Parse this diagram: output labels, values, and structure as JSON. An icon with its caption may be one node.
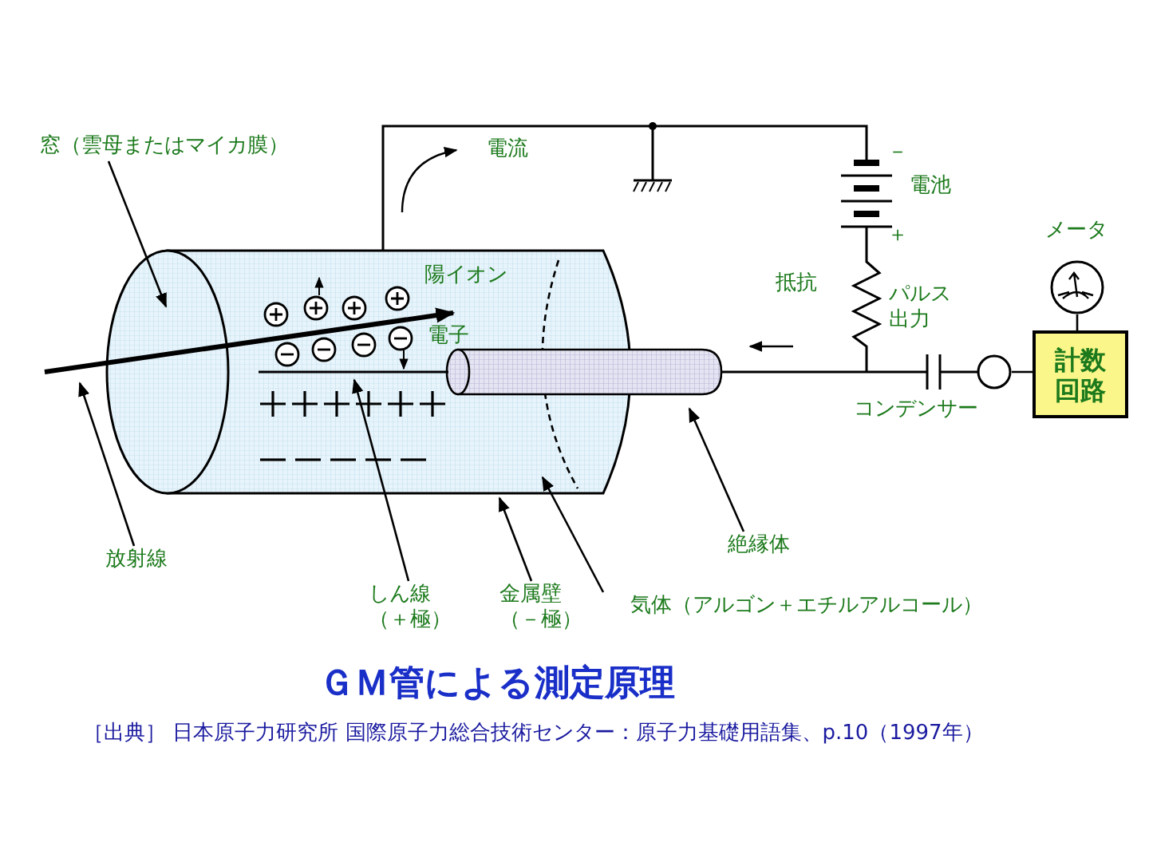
{
  "diagram": {
    "title": "ＧＭ管による測定原理",
    "caption": "［出典］ 日本原子力研究所 国際原子力総合技術センター：原子力基礎用語集、p.10（1997年）",
    "nodes": [
      {
        "text": [
          "窓（雲母またはマイカ膜）"
        ]
      },
      {
        "text": [
          "放射線"
        ]
      },
      {
        "text": [
          "しん線（＋極）"
        ]
      },
      {
        "text": [
          "金属壁（－極）"
        ]
      },
      {
        "text": [
          "気体（アルゴン＋エチルアルコール）"
        ]
      },
      {
        "text": [
          "絶縁体"
        ]
      },
      {
        "text": [
          "計数回路"
        ]
      },
      {
        "text": [],
        "shape": "circle",
        "beside": [
          "メータ"
        ]
      },
      {
        "text": [],
        "shape": "circle"
      }
    ],
    "edges": [
      {
        "from": 0,
        "to": null,
        "arrow": "to"
      },
      {
        "from": 1,
        "to": null,
        "arrow": "to"
      },
      {
        "from": 2,
        "to": null,
        "arrow": "to"
      },
      {
        "from": 3,
        "to": null,
        "arrow": "to"
      },
      {
        "from": 4,
        "to": null,
        "arrow": "to"
      },
      {
        "from": 5,
        "to": null,
        "arrow": "to"
      },
      {
        "from": 7,
        "to": 6,
        "arrow": "none"
      },
      {
        "from": 8,
        "to": 6,
        "arrow": "none"
      }
    ],
    "labels": [
      "電流",
      "－",
      "電池",
      "＋",
      "陽イオン",
      "抵抗",
      "パルス出力",
      "電子",
      "コンデンサー"
    ]
  }
}
